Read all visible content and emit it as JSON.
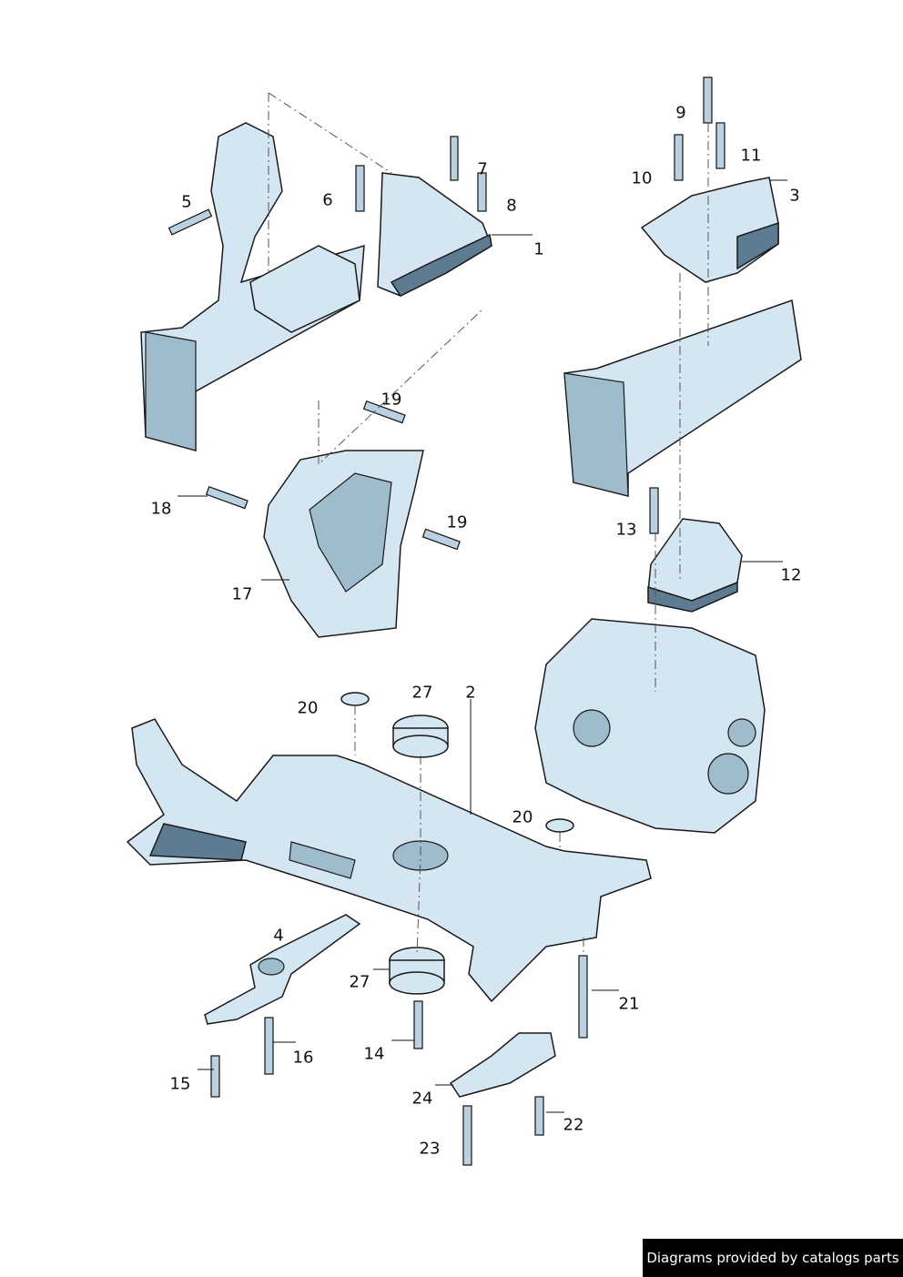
{
  "labels": [
    "5",
    "6",
    "7",
    "8",
    "1",
    "9",
    "10",
    "11",
    "3",
    "19",
    "18",
    "19",
    "17",
    "13",
    "12",
    "20",
    "27",
    "2",
    "20",
    "4",
    "27",
    "21",
    "16",
    "14",
    "15",
    "24",
    "22",
    "23"
  ],
  "footer": {
    "text": "Diagrams provided by catalogs parts"
  },
  "colors": {
    "part_fill": "#d4e6f1",
    "part_shadow": "#5d7c92",
    "footer_bg": "#000000"
  }
}
